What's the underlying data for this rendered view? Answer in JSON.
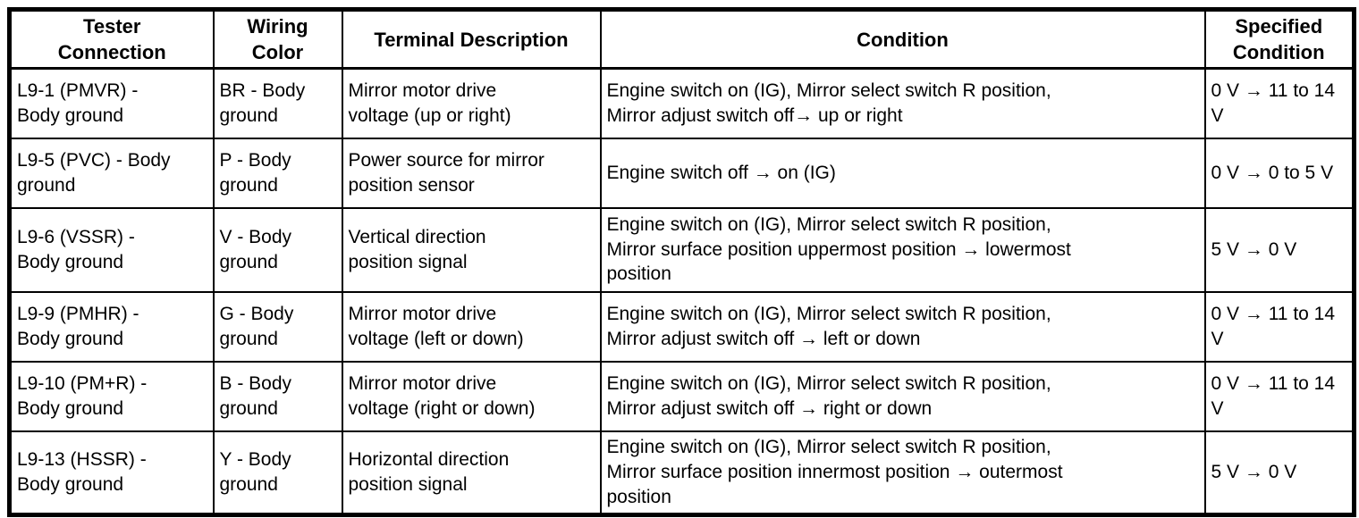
{
  "table": {
    "headers": [
      "Tester\nConnection",
      "Wiring\nColor",
      "Terminal Description",
      "Condition",
      "Specified\nCondition"
    ],
    "rows": [
      [
        "L9-1 (PMVR) -\nBody ground",
        "BR - Body\nground",
        "Mirror motor drive\nvoltage (up or right)",
        "Engine switch on (IG), Mirror select switch R position,\nMirror adjust switch off→ up or right",
        "0 V → 11 to 14\nV"
      ],
      [
        "L9-5 (PVC) - Body\nground",
        "P - Body\nground",
        "Power source for mirror\nposition sensor",
        "Engine switch off → on (IG)",
        "0 V → 0 to 5 V"
      ],
      [
        "L9-6 (VSSR) -\nBody ground",
        "V - Body\nground",
        "Vertical direction\nposition signal",
        "Engine switch on (IG), Mirror select switch R position,\nMirror surface position uppermost position → lowermost\nposition",
        "5 V → 0 V"
      ],
      [
        "L9-9 (PMHR) -\nBody ground",
        "G - Body\nground",
        "Mirror motor drive\nvoltage (left or down)",
        "Engine switch on (IG), Mirror select switch R position,\nMirror adjust switch off → left or down",
        "0 V → 11 to 14\nV"
      ],
      [
        "L9-10 (PM+R) -\nBody ground",
        "B - Body\nground",
        "Mirror motor drive\nvoltage (right or down)",
        "Engine switch on (IG), Mirror select switch R position,\nMirror adjust switch off → right or down",
        "0 V → 11 to 14\nV"
      ],
      [
        "L9-13 (HSSR) -\nBody ground",
        "Y - Body\nground",
        "Horizontal direction\nposition signal",
        "Engine switch on (IG), Mirror select switch R position,\nMirror surface position innermost position → outermost\nposition",
        "5 V → 0 V"
      ]
    ],
    "colors": {
      "border": "#000000",
      "text": "#000000",
      "background": "#ffffff"
    }
  }
}
